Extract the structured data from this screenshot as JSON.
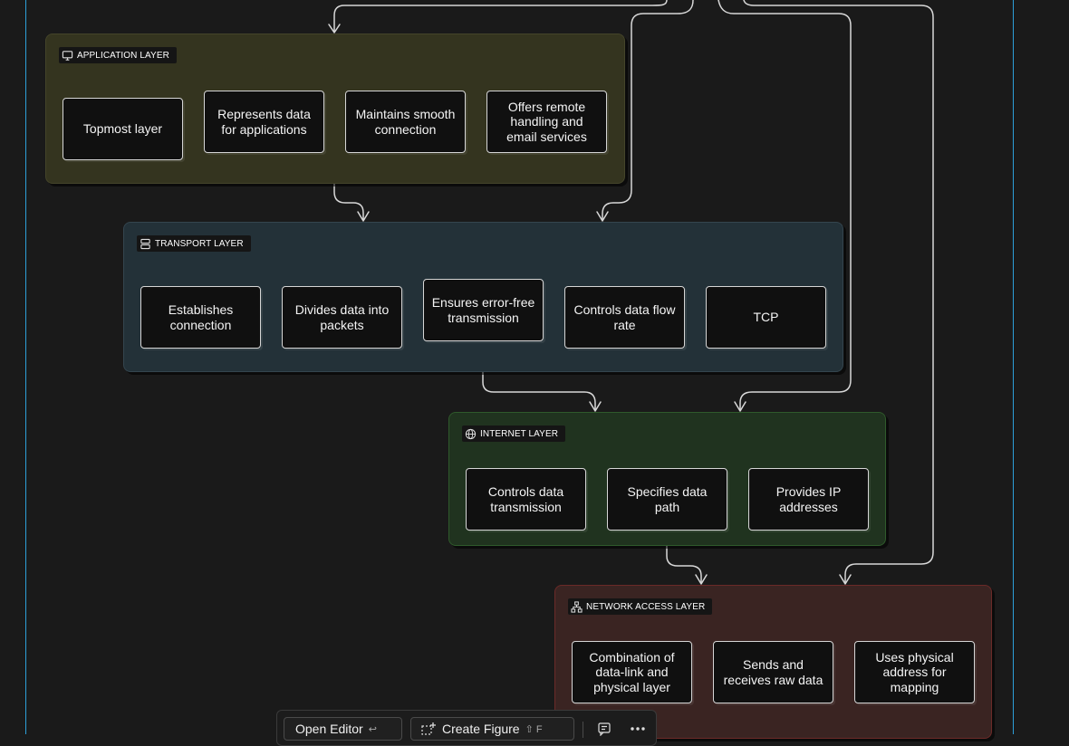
{
  "layers": {
    "application": {
      "title": "APPLICATION LAYER",
      "icon": "monitor-icon",
      "nodes": [
        "Topmost layer",
        "Represents data for applications",
        "Maintains smooth connection",
        "Offers remote handling and email services"
      ]
    },
    "transport": {
      "title": "TRANSPORT LAYER",
      "icon": "server-icon",
      "nodes": [
        "Establishes connection",
        "Divides data into packets",
        "Ensures error-free transmission",
        "Controls data flow rate",
        "TCP"
      ]
    },
    "internet": {
      "title": "INTERNET LAYER",
      "icon": "globe-icon",
      "nodes": [
        "Controls data transmission",
        "Specifies data path",
        "Provides IP addresses"
      ]
    },
    "network_access": {
      "title": "NETWORK ACCESS LAYER",
      "icon": "network-icon",
      "nodes": [
        "Combination of data-link and physical layer",
        "Sends and receives raw data",
        "Uses physical address for mapping"
      ]
    }
  },
  "toolbar": {
    "open_editor": "Open Editor",
    "open_editor_key": "↩",
    "create_figure": "Create Figure",
    "create_figure_key": "⇧ F",
    "comment_icon": "comment-icon",
    "more_icon": "more-icon"
  },
  "colors": {
    "background": "#1a1a1a",
    "application_layer": "#34341f",
    "transport_layer": "#233138",
    "internet_layer": "#20331f",
    "network_access_layer": "#3a2422",
    "frame_accent": "#2d9fd9"
  }
}
